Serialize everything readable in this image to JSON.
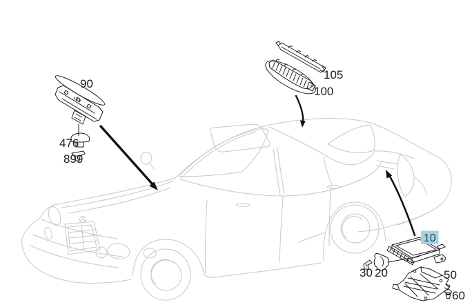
{
  "colors": {
    "car_outline": "#c7c7c7",
    "part_lines": "#1c1c1c",
    "arrow": "#111111",
    "label_text": "#1c1c1c",
    "highlight_bg": "#a5d3e2",
    "highlight_text": "#2d4b57"
  },
  "callouts": [
    {
      "label": "90",
      "highlighted": false
    },
    {
      "label": "476",
      "highlighted": false
    },
    {
      "label": "899",
      "highlighted": false
    },
    {
      "label": "105",
      "highlighted": false
    },
    {
      "label": "100",
      "highlighted": false
    },
    {
      "label": "10",
      "highlighted": true
    },
    {
      "label": "30",
      "highlighted": false
    },
    {
      "label": "20",
      "highlighted": false
    },
    {
      "label": "50",
      "highlighted": false
    },
    {
      "label": "60",
      "highlighted": false
    }
  ]
}
